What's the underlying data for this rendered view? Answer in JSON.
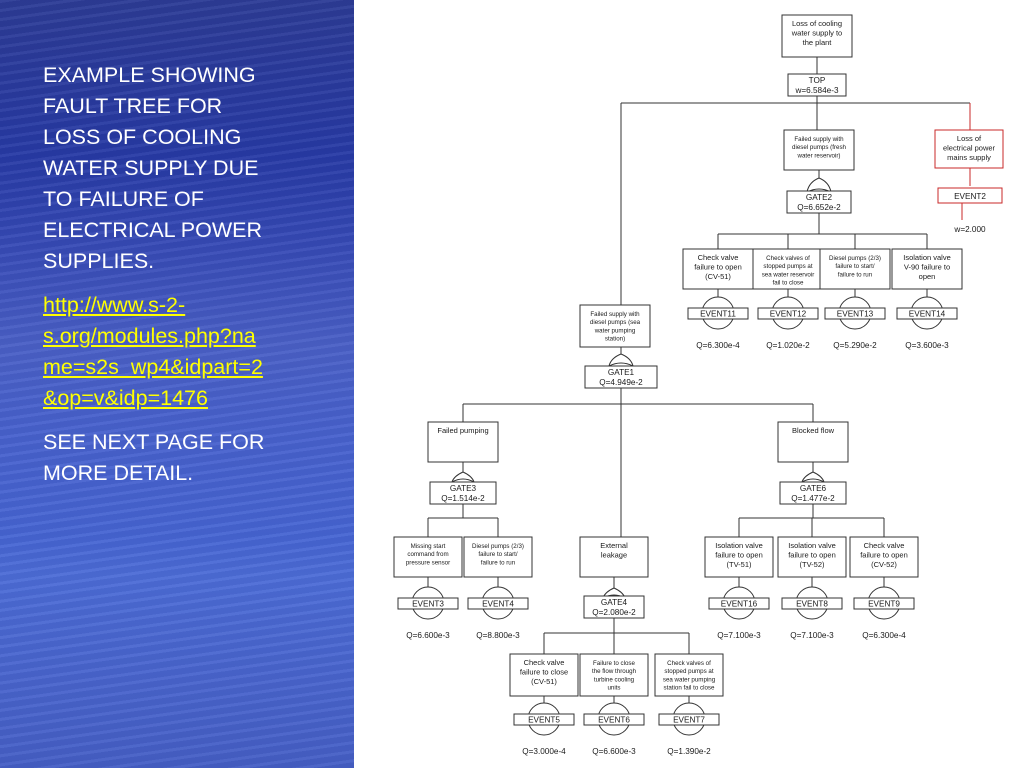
{
  "slide": {
    "description_lines": [
      "EXAMPLE SHOWING",
      "FAULT TREE FOR",
      "LOSS OF COOLING",
      "WATER SUPPLY DUE",
      "TO FAILURE OF",
      "ELECTRICAL POWER",
      "SUPPLIES."
    ],
    "link_lines": [
      "http://www.s-2-",
      "s.org/modules.php?na",
      "me=s2s_wp4&idpart=2",
      "&op=v&idp=1476"
    ],
    "next_lines": [
      "SEE NEXT PAGE FOR",
      "MORE DETAIL."
    ]
  },
  "fault_tree": {
    "top": {
      "desc": [
        "Loss of cooling",
        "water supply to",
        "the plant"
      ],
      "gate": "TOP",
      "value": "w=6.584e-3"
    },
    "gate2": {
      "desc": [
        "Failed supply with",
        "diesel pumps (fresh",
        "water reservoir)"
      ],
      "gate": "GATE2",
      "value": "Q=6.652e-2"
    },
    "event2": {
      "desc": [
        "Loss of",
        "electrical power",
        "mains supply"
      ],
      "label": "EVENT2",
      "value": "w=2.000"
    },
    "event11": {
      "desc": [
        "Check valve",
        "failure to open",
        "(CV-51)"
      ],
      "label": "EVENT11",
      "value": "Q=6.300e-4"
    },
    "event12": {
      "desc": [
        "Check valves of",
        "stopped pumps at",
        "sea water reservoir",
        "fail to close"
      ],
      "label": "EVENT12",
      "value": "Q=1.020e-2"
    },
    "event13": {
      "desc": [
        "Diesel pumps (2/3)",
        "failure to start/",
        "failure to run"
      ],
      "label": "EVENT13",
      "value": "Q=5.290e-2"
    },
    "event14": {
      "desc": [
        "Isolation valve",
        "V-90 failure to",
        "open"
      ],
      "label": "EVENT14",
      "value": "Q=3.600e-3"
    },
    "gate1": {
      "desc": [
        "Failed supply with",
        "diesel pumps (sea",
        "water pumping",
        "station)"
      ],
      "gate": "GATE1",
      "value": "Q=4.949e-2"
    },
    "gate3": {
      "desc": [
        "Failed pumping"
      ],
      "gate": "GATE3",
      "value": "Q=1.514e-2"
    },
    "gate6": {
      "desc": [
        "Blocked flow"
      ],
      "gate": "GATE6",
      "value": "Q=1.477e-2"
    },
    "event3": {
      "desc": [
        "Missing start",
        "command from",
        "pressure sensor"
      ],
      "label": "EVENT3",
      "value": "Q=6.600e-3"
    },
    "event4": {
      "desc": [
        "Diesel pumps (2/3)",
        "failure to start/",
        "failure to run"
      ],
      "label": "EVENT4",
      "value": "Q=8.800e-3"
    },
    "gate4": {
      "desc": [
        "External",
        "leakage"
      ],
      "gate": "GATE4",
      "value": "Q=2.080e-2"
    },
    "event16": {
      "desc": [
        "Isolation valve",
        "failure to open",
        "(TV-51)"
      ],
      "label": "EVENT16",
      "value": "Q=7.100e-3"
    },
    "event8": {
      "desc": [
        "Isolation valve",
        "failure to open",
        "(TV-52)"
      ],
      "label": "EVENT8",
      "value": "Q=7.100e-3"
    },
    "event9": {
      "desc": [
        "Check valve",
        "failure to open",
        "(CV-52)"
      ],
      "label": "EVENT9",
      "value": "Q=6.300e-4"
    },
    "event5": {
      "desc": [
        "Check valve",
        "failure to close",
        "(CV-51)"
      ],
      "label": "EVENT5",
      "value": "Q=3.000e-4"
    },
    "event6": {
      "desc": [
        "Failure to close",
        "the flow through",
        "turbine cooling",
        "units"
      ],
      "label": "EVENT6",
      "value": "Q=6.600e-3"
    },
    "event7": {
      "desc": [
        "Check valves of",
        "stopped pumps at",
        "sea water pumping",
        "station fail to close"
      ],
      "label": "EVENT7",
      "value": "Q=1.390e-2"
    }
  },
  "colors": {
    "panel_blue": "#2b3fb0",
    "link_yellow": "#ffff00",
    "text_white": "#ffffff",
    "tree_line": "#333333",
    "red_node": "#c82a2a"
  }
}
